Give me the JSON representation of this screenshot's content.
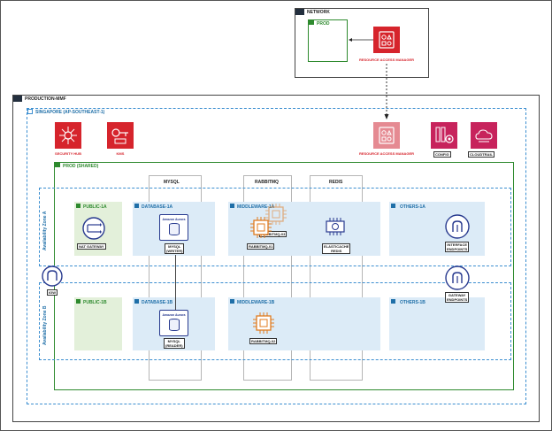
{
  "network": {
    "title": "NETWORK",
    "prod": "PROD",
    "ram": "RESOURCE ACCESS MANAGER"
  },
  "production": {
    "title": "PRODUCTION-MMF",
    "region": "SINGAPORE (AP-SOUTHEAST-1)",
    "services": {
      "security_hub": "SECURITY HUB",
      "kms": "KMS",
      "ram": "RESOURCE ACCESS MANAGER",
      "config": "CONFIG",
      "cloudtrail": "CLOUDTRAIL"
    },
    "vpc": "PROD (SHARED)",
    "az_a": "Availability Zone A",
    "az_b": "Availability Zone B",
    "igw": "IGW",
    "columns": {
      "mysql": "MYSQL",
      "rabbitmq": "RABBITMQ",
      "redis": "REDIS"
    },
    "subnets": {
      "public_1a": "PUBLIC-1A",
      "database_1a": "DATABASE-1A",
      "middleware_1a": "MIDDLEWARE-1A",
      "others_1a": "OTHERS-1A",
      "public_1b": "PUBLIC-1B",
      "database_1b": "DATABASE-1B",
      "middleware_1b": "MIDDLEWARE-1B",
      "others_1b": "OTHERS-1B"
    },
    "resources": {
      "nat_gateway": "NAT GATEWAY",
      "aurora_text": "Amazon Aurora",
      "mysql_writer_1": "MYSQL",
      "mysql_writer_2": "(WRITER)",
      "mysql_reader_1": "MYSQL",
      "mysql_reader_2": "(READER)",
      "rabbitmq_01": "RABBITMQ-01",
      "rabbitmq_02": "RABBITMQ-02",
      "rabbitmq_03": "RABBITMQ-03",
      "elasticache_1": "ELASTICACHE",
      "elasticache_2": "REDIS",
      "interface_1": "INTERFACE",
      "interface_2": "ENDPOINTS",
      "gateway_1": "GATEWAY",
      "gateway_2": "ENDPOINTS"
    }
  },
  "colors": {
    "aws_red": "#d6242c",
    "aws_pink": "#c7235c",
    "blue": "#1f6fa8",
    "green": "#2e8a2e",
    "orange": "#e07b1f",
    "navy": "#283a8f"
  }
}
